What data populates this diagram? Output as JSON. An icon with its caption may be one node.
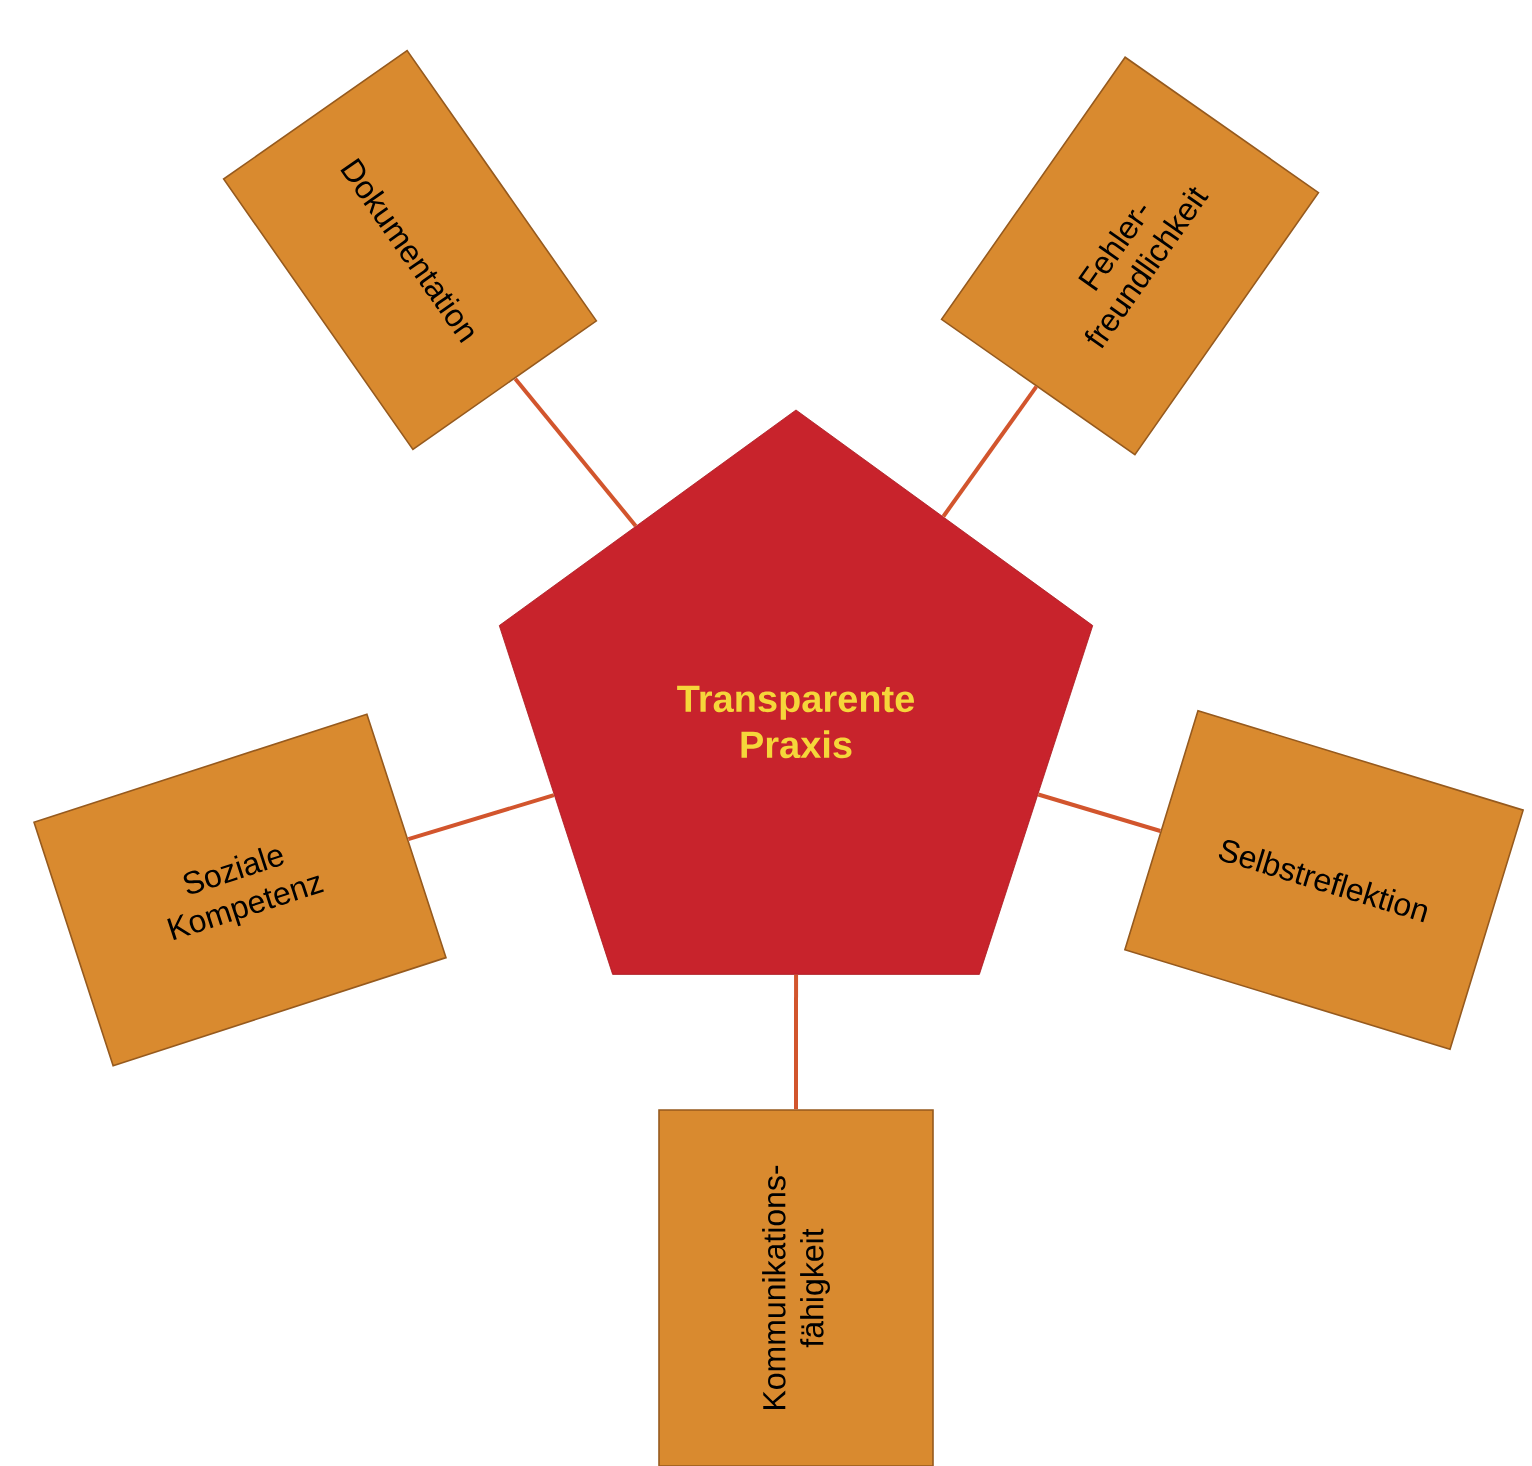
{
  "diagram": {
    "nodes": [
      {
        "text": [
          "Transparente Praxis"
        ]
      },
      {
        "text": [
          "Dokumentation"
        ]
      },
      {
        "text": [
          "Fehler- freundlichkeit"
        ]
      },
      {
        "text": [
          "Soziale Kompetenz"
        ]
      },
      {
        "text": [
          "Selbstreflektion"
        ]
      },
      {
        "text": [
          "Kommunikations- fähigkeit"
        ]
      }
    ],
    "edges": [
      {
        "from": 0,
        "to": 1,
        "arrow": "none"
      },
      {
        "from": 0,
        "to": 2,
        "arrow": "none"
      },
      {
        "from": 0,
        "to": 3,
        "arrow": "none"
      },
      {
        "from": 0,
        "to": 4,
        "arrow": "none"
      },
      {
        "from": 0,
        "to": 5,
        "arrow": "none"
      }
    ]
  }
}
